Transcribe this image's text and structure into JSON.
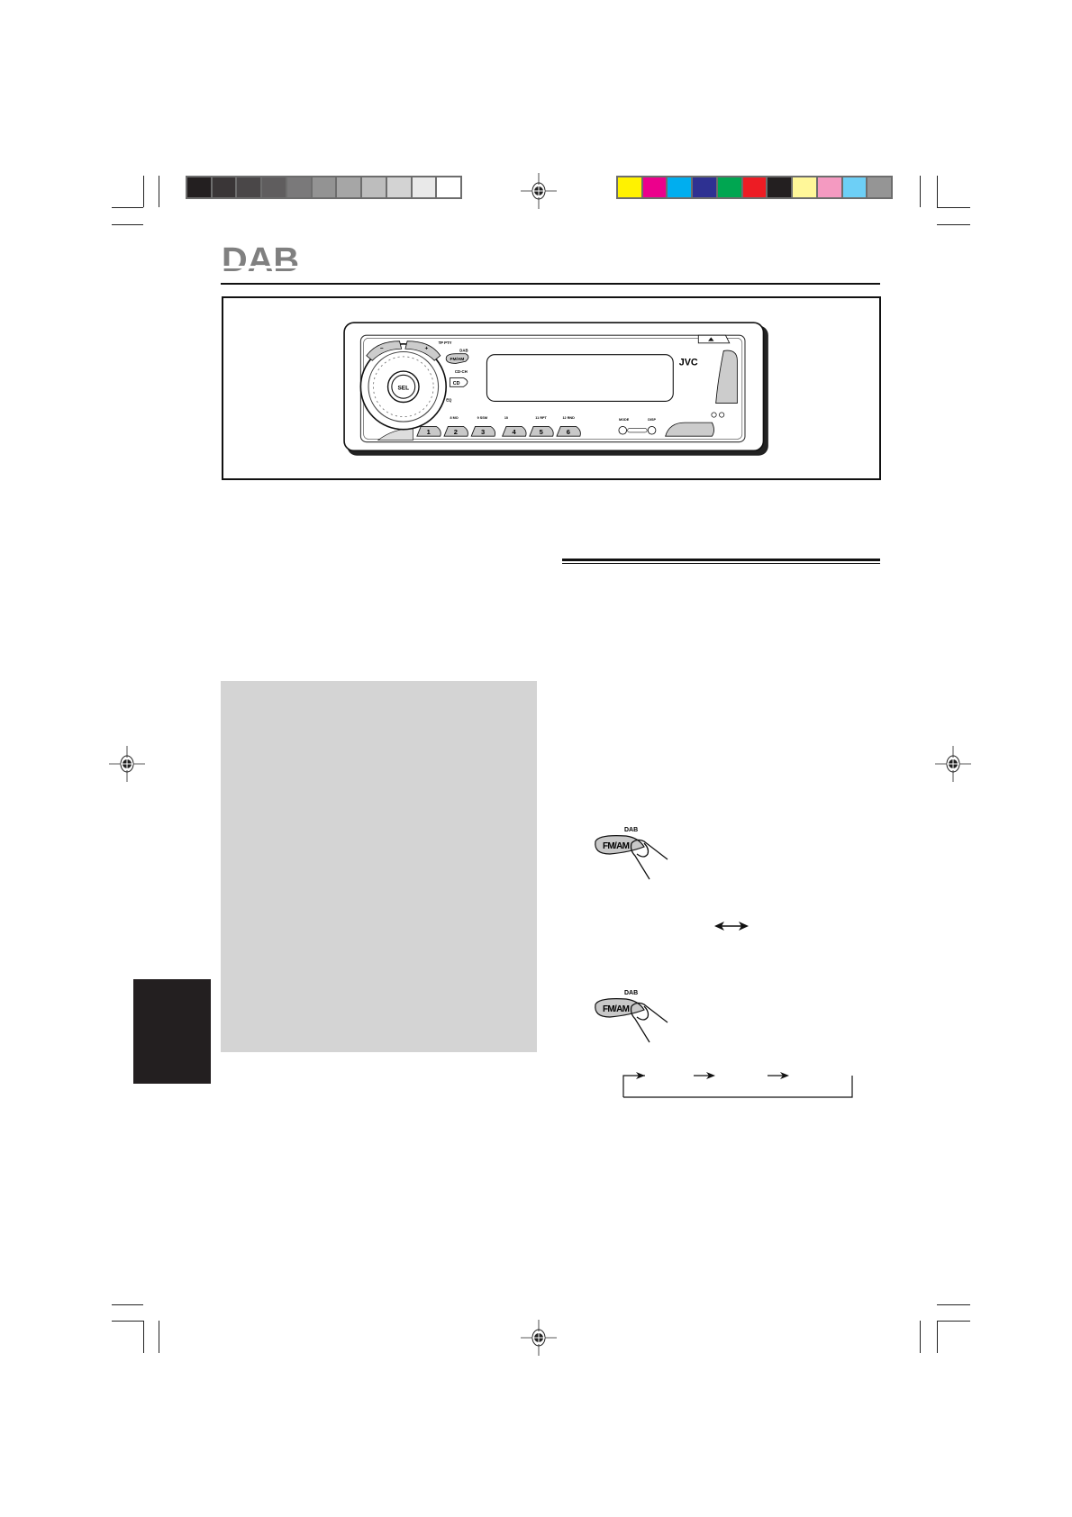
{
  "registration": {
    "gray_swatches": [
      "#231f20",
      "#3a3637",
      "#4a4748",
      "#5f5d5e",
      "#7a797a",
      "#939393",
      "#a6a6a6",
      "#bdbdbd",
      "#d3d3d3",
      "#e9e9e9",
      "#ffffff"
    ],
    "color_swatches": [
      "#fff200",
      "#ec008c",
      "#00aeef",
      "#2e3192",
      "#00a651",
      "#ed1c24",
      "#231f20",
      "#fff799",
      "#f49ac1",
      "#6dcff6",
      "#959595"
    ]
  },
  "header": {
    "logo_text": "DAB",
    "logo_color": "#808080"
  },
  "radio": {
    "brand": "JVC",
    "sel": "SEL",
    "dab": "DAB",
    "fmam": "FM/AM",
    "cdch": "CD-CH",
    "cd": "CD",
    "tp_pty": "TP PTY",
    "eq": "EQ",
    "minus": "−",
    "plus": "+",
    "presets": [
      "1",
      "2",
      "3",
      "4",
      "5",
      "6"
    ],
    "preset_labels": [
      "8 MO",
      "9 SSM",
      "10",
      "11 RPT",
      "12 RND"
    ],
    "mode": "MODE",
    "disp": "DISP"
  },
  "illustrations": {
    "step1": {
      "label": "DAB",
      "button": "FM/AM"
    },
    "step2": {
      "label": "DAB",
      "button": "FM/AM"
    }
  },
  "colors": {
    "gray_block": "#d4d4d4",
    "side_tab": "#231f20",
    "button_fill": "#c8c8c8"
  }
}
